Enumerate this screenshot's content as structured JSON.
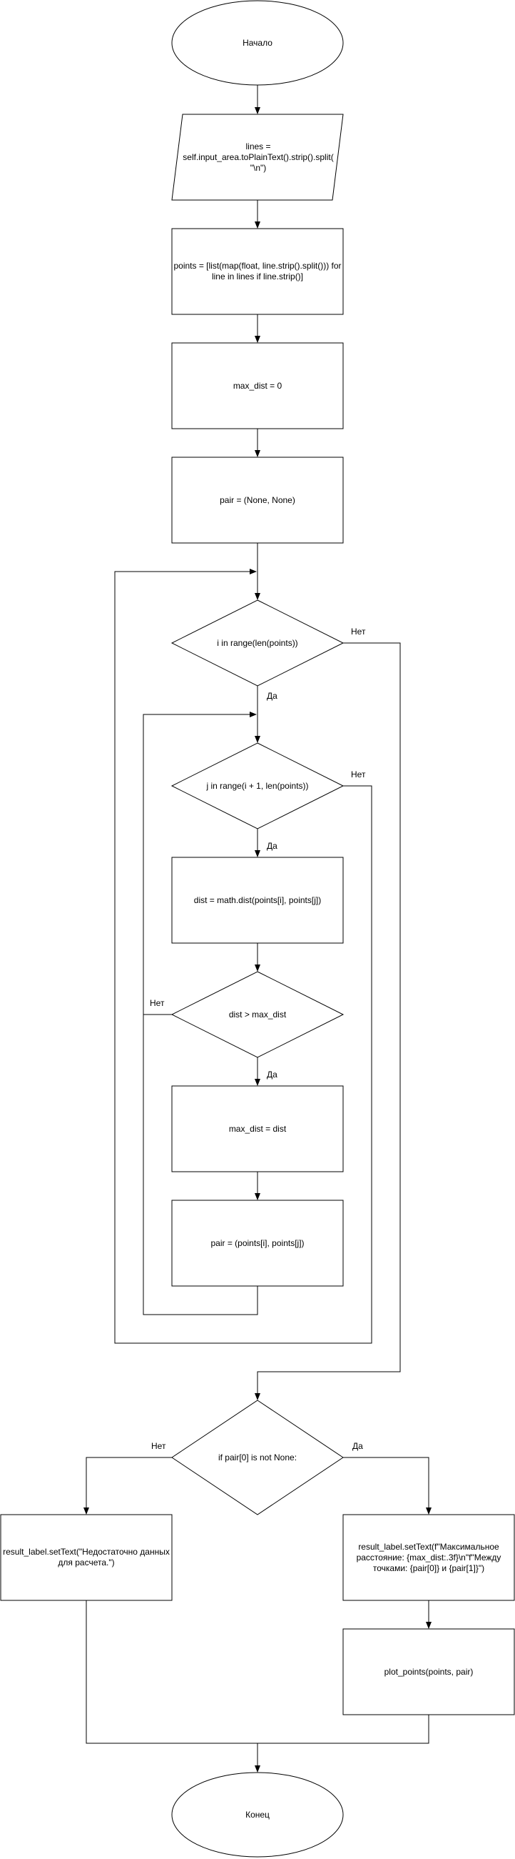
{
  "nodes": {
    "start": "Начало",
    "read_lines": "lines = self.input_area.toPlainText().strip().split(\"\\n\")",
    "parse_points": "points = [list(map(float, line.strip().split())) for line in lines if line.strip()]",
    "init_max": "max_dist = 0",
    "init_pair": "pair = (None, None)",
    "loop_i": "i in range(len(points))",
    "loop_j": "j in range(i + 1, len(points))",
    "calc_dist": "dist = math.dist(points[i], points[j])",
    "cond_dist": "dist > max_dist",
    "set_max": "max_dist = dist",
    "set_pair": "pair = (points[i], points[j])",
    "cond_pair": "if pair[0] is not None:",
    "result_no": "result_label.setText(\"Недостаточно данных для расчета.\")",
    "result_yes": "result_label.setText(f\"Максимальное расстояние: {max_dist:.3f}\\n\"f\"Между точками: {pair[0]} и {pair[1]}\")",
    "plot": "plot_points(points, pair)",
    "end": "Конец"
  },
  "edge_labels": {
    "loop_i_no": "Нет",
    "loop_i_yes": "Да",
    "loop_j_no": "Нет",
    "loop_j_yes": "Да",
    "cond_dist_no": "Нет",
    "cond_dist_yes": "Да",
    "cond_pair_no": "Нет",
    "cond_pair_yes": "Да"
  }
}
